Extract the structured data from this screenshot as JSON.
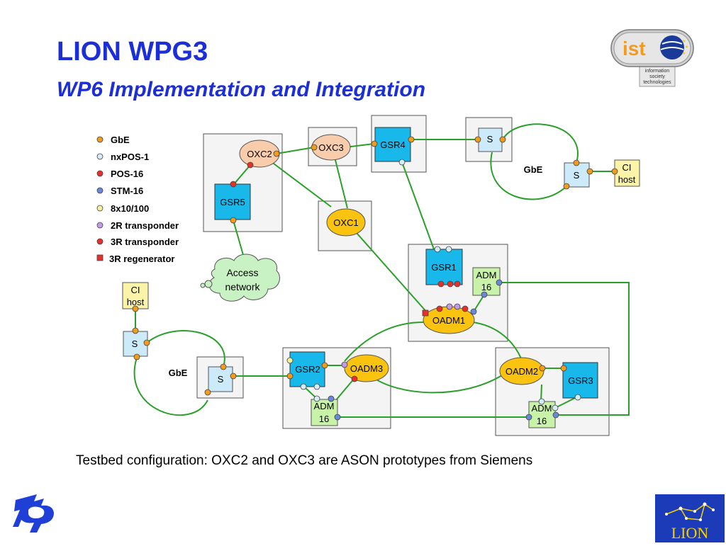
{
  "slide": {
    "title": "LION WPG3",
    "subtitle": "WP6 Implementation and Integration",
    "caption": "Testbed configuration: OXC2 and OXC3 are ASON prototypes from Siemens"
  },
  "logos": {
    "ist": {
      "text": "ist",
      "lines": [
        "information",
        "society",
        "technologies"
      ]
    },
    "lion": {
      "text": "LION"
    },
    "tp": {
      "icon": "tp-logo"
    }
  },
  "legend": [
    {
      "label": "GbE",
      "color": "#f29b1d",
      "shape": "circle"
    },
    {
      "label": "nxPOS-1",
      "color": "#d4eef8",
      "shape": "circle"
    },
    {
      "label": "POS-16",
      "color": "#e8302a",
      "shape": "circle"
    },
    {
      "label": "STM-16",
      "color": "#6a88d8",
      "shape": "circle"
    },
    {
      "label": "8x10/100",
      "color": "#f6f29a",
      "shape": "circle"
    },
    {
      "label": "2R transponder",
      "color": "#c49ae8",
      "shape": "circle"
    },
    {
      "label": "3R transponder",
      "color": "#e8302a",
      "shape": "circle"
    },
    {
      "label": "3R regenerator",
      "color": "#e8302a",
      "shape": "square"
    }
  ],
  "nodes": {
    "oxc2": "OXC2",
    "oxc3": "OXC3",
    "oxc1": "OXC1",
    "gsr4": "GSR4",
    "gsr5": "GSR5",
    "gsr1": "GSR1",
    "gsr2": "GSR2",
    "gsr3": "GSR3",
    "oadm1": "OADM1",
    "oadm2": "OADM2",
    "oadm3": "OADM3",
    "adm_a": [
      "ADM",
      "16"
    ],
    "adm_b": [
      "ADM",
      "16"
    ],
    "adm_c": [
      "ADM",
      "16"
    ],
    "s1": "S",
    "s2": "S",
    "s3": "S",
    "s4": "S",
    "gbe_top": "GbE",
    "gbe_bottom": "GbE",
    "ci_host_top": [
      "CI",
      "host"
    ],
    "ci_host_bottom": [
      "CI",
      "host"
    ],
    "access_network": [
      "Access",
      "network"
    ]
  },
  "colors": {
    "title": "#1c2fd6",
    "link": "#2aa02a",
    "blue_link": "#2f73d8",
    "router": "#19b8ea",
    "oxc_orange": "#f9ccac",
    "oxc_yellow": "#f9c30f",
    "adm": "#c8f2a8",
    "switch": "#cdeafa",
    "host": "#fbf4a8",
    "cloud": "#c9f2c4",
    "box_bg": "#f4f4f4"
  }
}
